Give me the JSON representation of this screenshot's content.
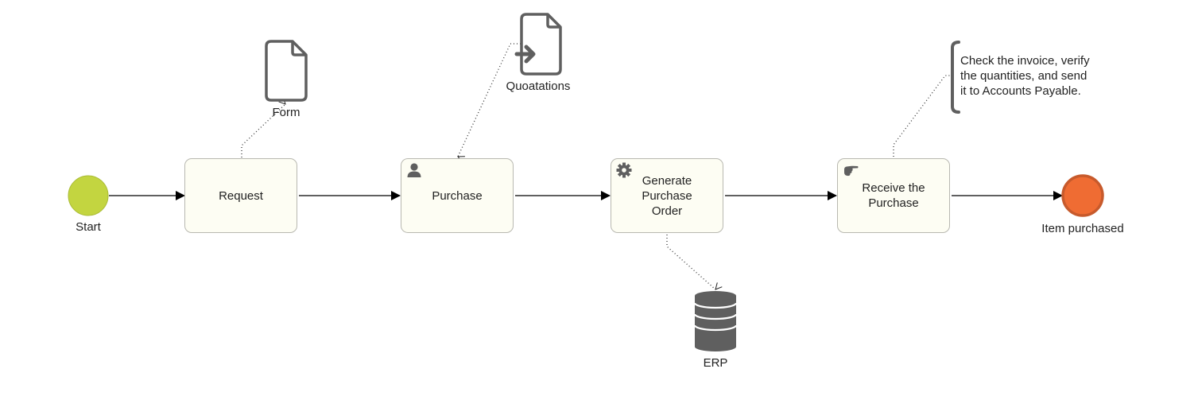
{
  "diagram": {
    "type": "BPMN process",
    "colors": {
      "start_fill": "#c3d540",
      "start_stroke": "#a9bb35",
      "end_fill": "#ef6c33",
      "end_stroke": "#c75a2c",
      "task_fill": "#fdfdf3",
      "task_stroke": "#b8b8b0",
      "icon": "#5f5f5f",
      "flow": "#000000"
    },
    "start_event": {
      "label": "Start"
    },
    "end_event": {
      "label": "Item purchased"
    },
    "tasks": [
      {
        "id": "request",
        "label": "Request",
        "icon": "none"
      },
      {
        "id": "purchase",
        "label": "Purchase",
        "icon": "user-icon"
      },
      {
        "id": "generate_po",
        "label": "Generate\nPurchase\nOrder",
        "icon": "gear-icon"
      },
      {
        "id": "receive",
        "label": "Receive the\nPurchase",
        "icon": "hand-pointer-icon"
      }
    ],
    "artifacts": {
      "form": {
        "label": "Form",
        "icon": "document-icon"
      },
      "quotations": {
        "label": "Quoatations",
        "icon": "document-input-icon"
      },
      "erp": {
        "label": "ERP",
        "icon": "database-icon"
      }
    },
    "annotation": {
      "text": "Check the invoice, verify\nthe quantities, and send\nit to Accounts Payable."
    },
    "sequence_flows": [
      {
        "from": "Start",
        "to": "Request"
      },
      {
        "from": "Request",
        "to": "Purchase"
      },
      {
        "from": "Purchase",
        "to": "Generate Purchase Order"
      },
      {
        "from": "Generate Purchase Order",
        "to": "Receive the Purchase"
      },
      {
        "from": "Receive the Purchase",
        "to": "Item purchased"
      }
    ],
    "associations": [
      {
        "from": "Request",
        "to": "Form"
      },
      {
        "from": "Quoatations",
        "to": "Purchase"
      },
      {
        "from": "Generate Purchase Order",
        "to": "ERP"
      },
      {
        "from": "Receive the Purchase",
        "to": "Annotation"
      }
    ]
  }
}
